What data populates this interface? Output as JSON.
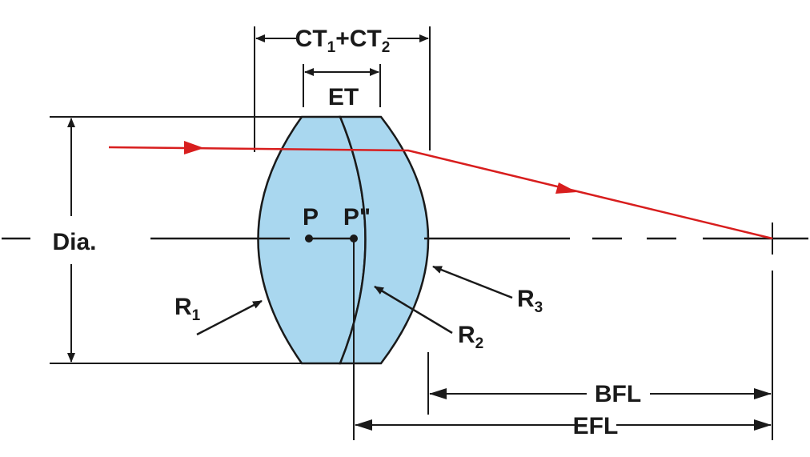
{
  "labels": {
    "ct": {
      "a": "CT",
      "sub1": "1",
      "plus": "+",
      "b": "CT",
      "sub2": "2"
    },
    "et": "ET",
    "dia": "Dia.",
    "p": "P",
    "p_double": "P\"",
    "r1": {
      "base": "R",
      "sub": "1"
    },
    "r2": {
      "base": "R",
      "sub": "2"
    },
    "r3": {
      "base": "R",
      "sub": "3"
    },
    "bfl": "BFL",
    "efl": "EFL"
  },
  "colors": {
    "lens_fill": "#a9d7ef",
    "outline": "#1a1a1a",
    "ray": "#d81e1e"
  }
}
